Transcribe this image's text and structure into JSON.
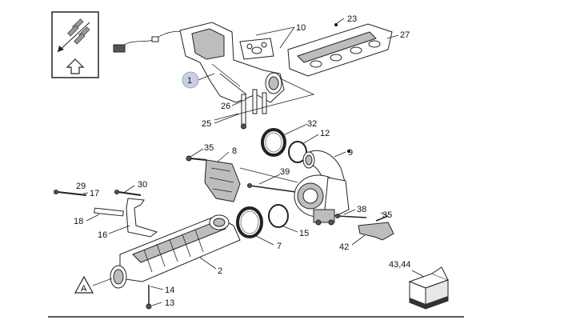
{
  "diagram": {
    "callouts": {
      "c1": "1",
      "c2": "2",
      "c7": "7",
      "c8": "8",
      "c9": "9",
      "c10": "10",
      "c12": "12",
      "c13": "13",
      "c14": "14",
      "c15": "15",
      "c16": "16",
      "c17": "17",
      "c18": "18",
      "c23": "23",
      "c25": "25",
      "c26": "26",
      "c27": "27",
      "c29": "29",
      "c30": "30",
      "c32": "32",
      "c35a": "35",
      "c35b": "35",
      "c38": "38",
      "c39": "39",
      "c42": "42",
      "c4344": "43,44"
    },
    "view_marker": "A",
    "colors": {
      "highlight_badge": "#c8d0e0",
      "line": "#222222",
      "shade": "#bdbdbd"
    }
  }
}
